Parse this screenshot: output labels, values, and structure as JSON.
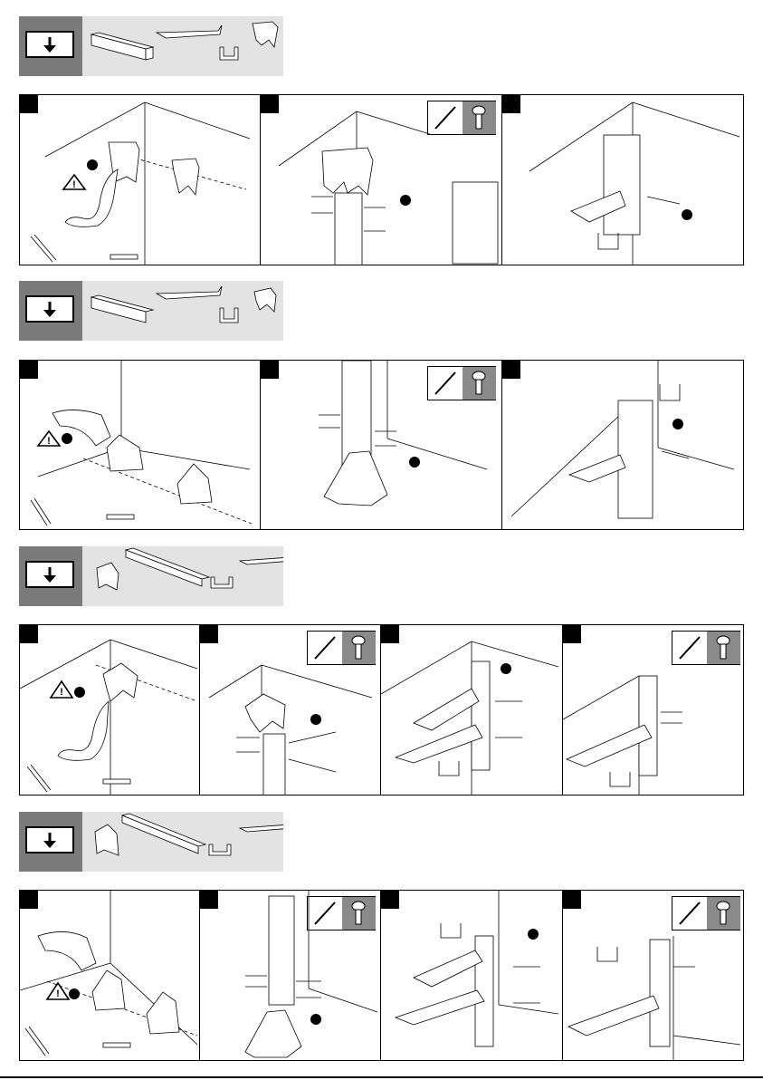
{
  "document": {
    "sections": [
      {
        "id": "s1",
        "header_icon": "download-arrow-icon",
        "parts": [
          "rail-profile",
          "wall-arm",
          "u-clip",
          "wall-bracket"
        ],
        "steps": 3
      },
      {
        "id": "s2",
        "header_icon": "download-arrow-icon",
        "parts": [
          "rail-profile",
          "wall-arm",
          "u-clip",
          "floor-bracket"
        ],
        "steps": 3
      },
      {
        "id": "s3",
        "header_icon": "download-arrow-icon",
        "parts": [
          "floor-bracket",
          "rail-profile",
          "u-clip",
          "wall-arm"
        ],
        "steps": 4
      },
      {
        "id": "s4",
        "header_icon": "download-arrow-icon",
        "parts": [
          "floor-bracket",
          "rail-profile",
          "u-clip",
          "wall-arm"
        ],
        "steps": 4
      }
    ],
    "icons": {
      "warning": "warning-triangle-icon",
      "drill": "drill-icon",
      "tools": [
        "screwdriver-icon",
        "bolt-icon"
      ]
    }
  }
}
